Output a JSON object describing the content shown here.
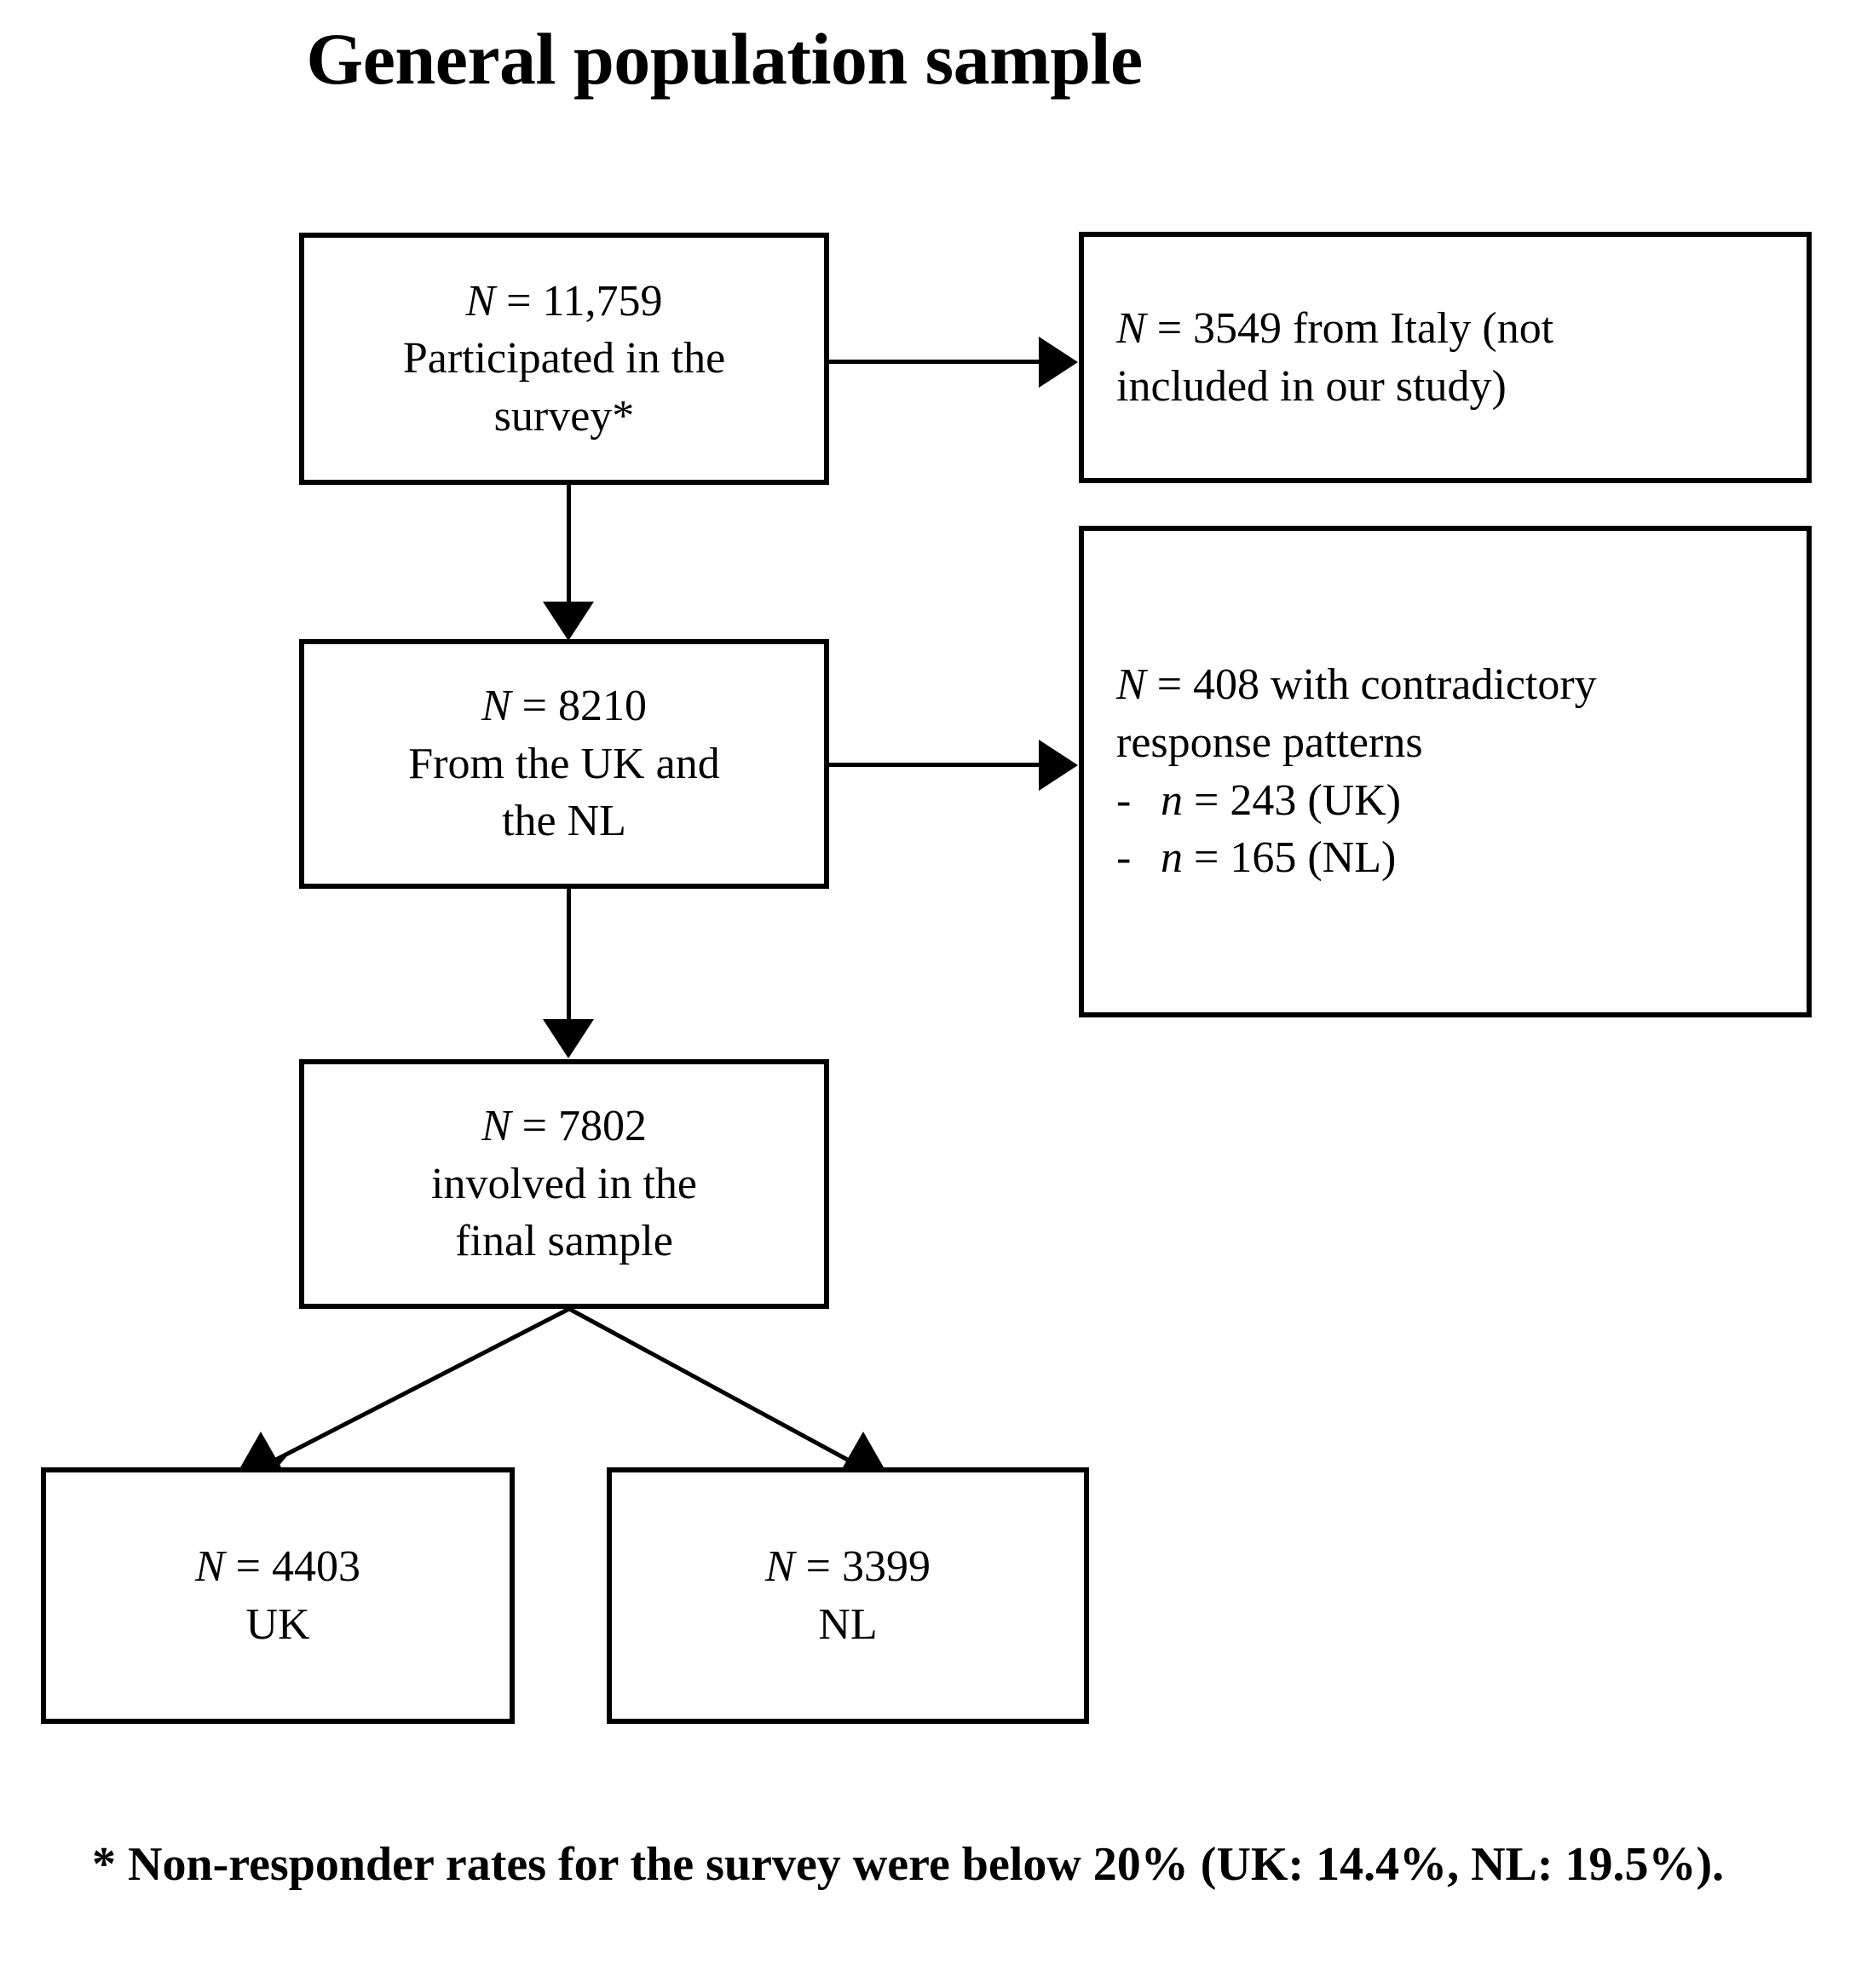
{
  "title": "General population sample",
  "flow": {
    "boxes": [
      {
        "id": "survey",
        "line1_prefix": "N",
        "line1": " =  11,759",
        "line2": "Participated in the",
        "line3": "survey*"
      },
      {
        "id": "italy",
        "line1_prefix": "N",
        "line1": " =  3549 from Italy (not",
        "line2": "included in our study)"
      },
      {
        "id": "uknl",
        "line1_prefix": "N",
        "line1": " =  8210",
        "line2": "From the UK and",
        "line3": "the NL"
      },
      {
        "id": "contradictory",
        "line1_prefix": "N",
        "line1": " =  408 with contradictory",
        "line2": "response patterns",
        "bullets": [
          {
            "dash": "-",
            "symbol": "n",
            "text": " = 243 (UK)"
          },
          {
            "dash": "-",
            "symbol": "n",
            "text": " = 165 (NL)"
          }
        ]
      },
      {
        "id": "final",
        "line1_prefix": "N",
        "line1": " =  7802",
        "line2": "involved in the",
        "line3": "final sample"
      },
      {
        "id": "uk",
        "line1_prefix": "N",
        "line1": " =  4403",
        "line2": "UK"
      },
      {
        "id": "nl",
        "line1_prefix": "N",
        "line1": " = 3399",
        "line2": "NL"
      }
    ]
  },
  "footnote": "* Non-responder rates for the survey were below 20% (UK: 14.4%, NL: 19.5%).",
  "colors": {
    "stroke": "#000000",
    "background": "#ffffff",
    "text": "#000000"
  }
}
